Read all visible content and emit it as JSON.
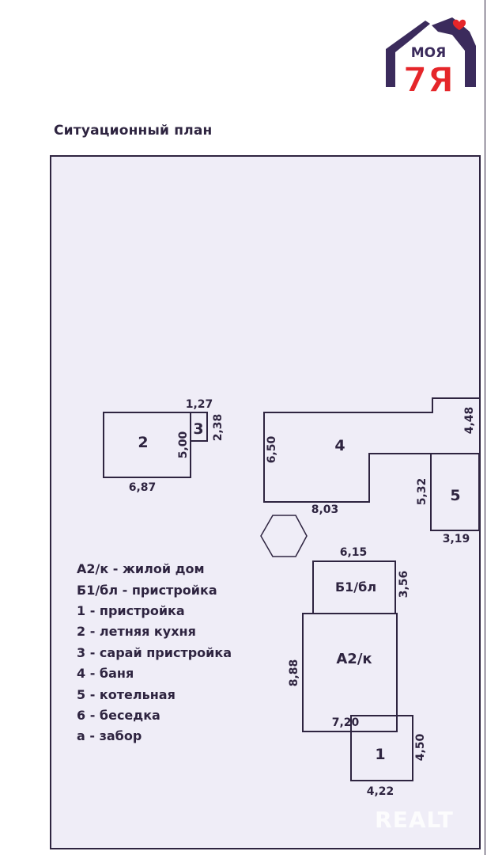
{
  "title": "Ситуационный план",
  "logo": {
    "top_text": "МОЯ",
    "main_text": "7Я",
    "colors": {
      "house": "#3b2b5c",
      "accent": "#e5262a",
      "heart": "#e5262a"
    },
    "icon": "house-hands-heart-logo"
  },
  "colors": {
    "plan_fill": "#efedf7",
    "line": "#2e2440",
    "text": "#2e2440"
  },
  "buildings": {
    "b2": {
      "number": "2",
      "dim_width": "6,87",
      "dim_height": "5,00"
    },
    "b3": {
      "number": "3",
      "dim_width": "1,27",
      "dim_height": "2,38"
    },
    "b4": {
      "number": "4",
      "dim_width": "8,03",
      "dim_height": "6,50",
      "dim_right": "4,48"
    },
    "b5": {
      "number": "5",
      "dim_width": "3,19",
      "dim_height": "5,32"
    },
    "b1bl": {
      "label": "Б1/бл",
      "dim_width": "6,15",
      "dim_height": "3,56"
    },
    "a2k": {
      "label": "А2/к",
      "dim_width": "7,20",
      "dim_height": "8,88"
    },
    "b1": {
      "number": "1",
      "dim_width": "4,22",
      "dim_height": "4,50"
    },
    "gazebo": {
      "icon": "hexagon-gazebo"
    }
  },
  "legend": [
    "А2/к - жилой дом",
    "Б1/бл - пристройка",
    "1 - пристройка",
    "2 - летняя кухня",
    "3 - сарай пристройка",
    "4 - баня",
    "5 - котельная",
    "6 - беседка",
    "а - забор"
  ],
  "watermark": "REALT"
}
